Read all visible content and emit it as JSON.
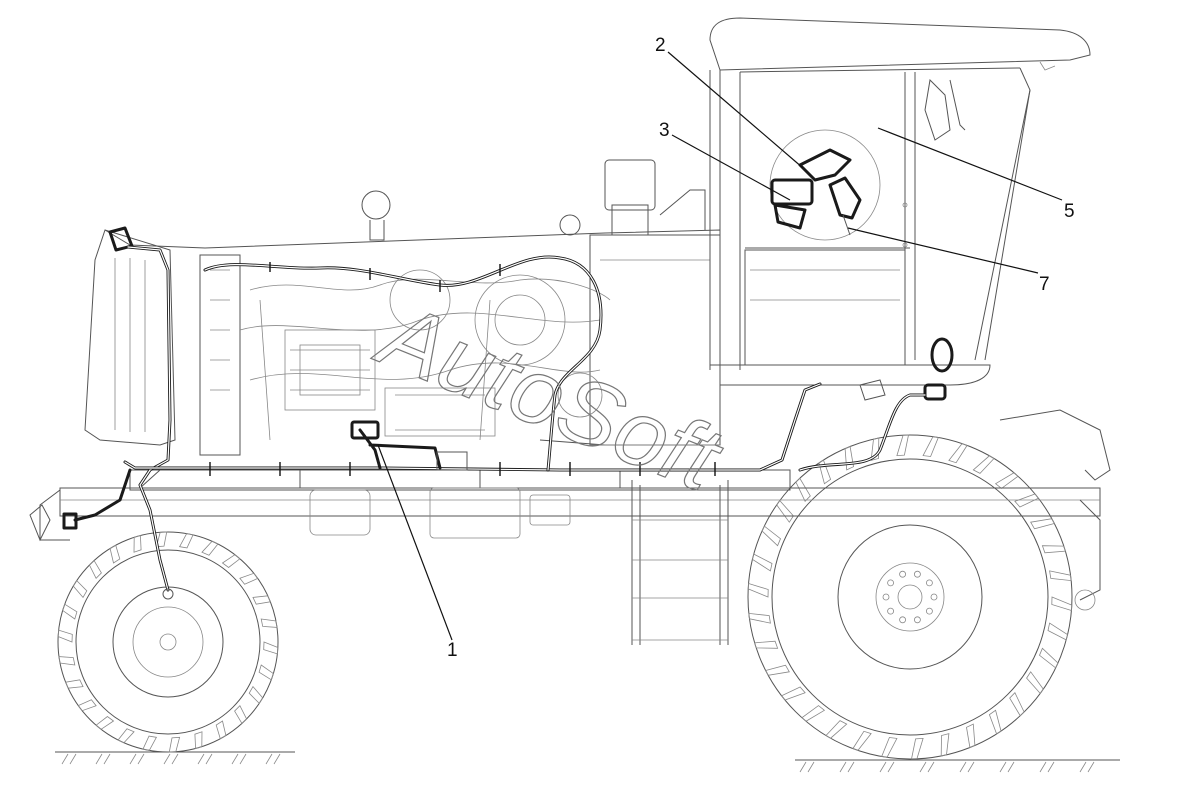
{
  "diagram": {
    "callouts": [
      {
        "id": "1",
        "label": "1"
      },
      {
        "id": "2",
        "label": "2"
      },
      {
        "id": "3",
        "label": "3"
      },
      {
        "id": "5",
        "label": "5"
      },
      {
        "id": "7",
        "label": "7"
      }
    ],
    "watermark": "AutoSoft"
  }
}
